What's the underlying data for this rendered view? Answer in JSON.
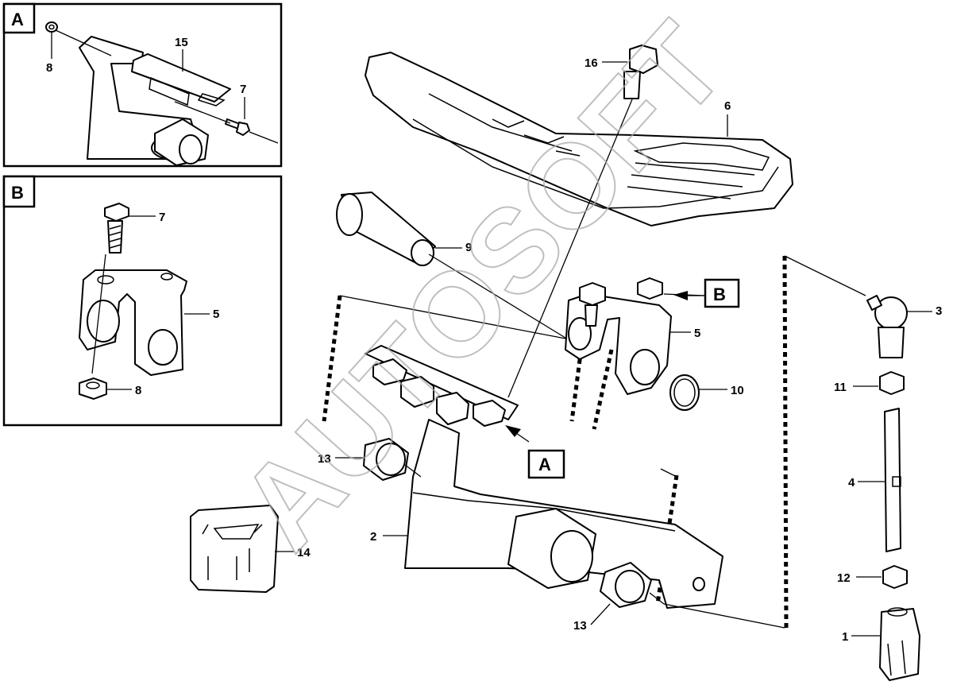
{
  "detail_views": [
    {
      "letter": "A",
      "callouts": [
        "8",
        "15",
        "7"
      ]
    },
    {
      "letter": "B",
      "callouts": [
        "7",
        "5",
        "8"
      ]
    }
  ],
  "view_markers": [
    "A",
    "B"
  ],
  "callouts": {
    "c1": "1",
    "c2": "2",
    "c3": "3",
    "c4": "4",
    "c5": "5",
    "c6": "6",
    "c9": "9",
    "c10": "10",
    "c11": "11",
    "c12": "12",
    "c13a": "13",
    "c13b": "13",
    "c14": "14",
    "c16": "16"
  },
  "watermark": "AUTOSOFT",
  "colors": {
    "line": "#000000",
    "watermark": "#aaaaaa",
    "background": "#ffffff"
  }
}
